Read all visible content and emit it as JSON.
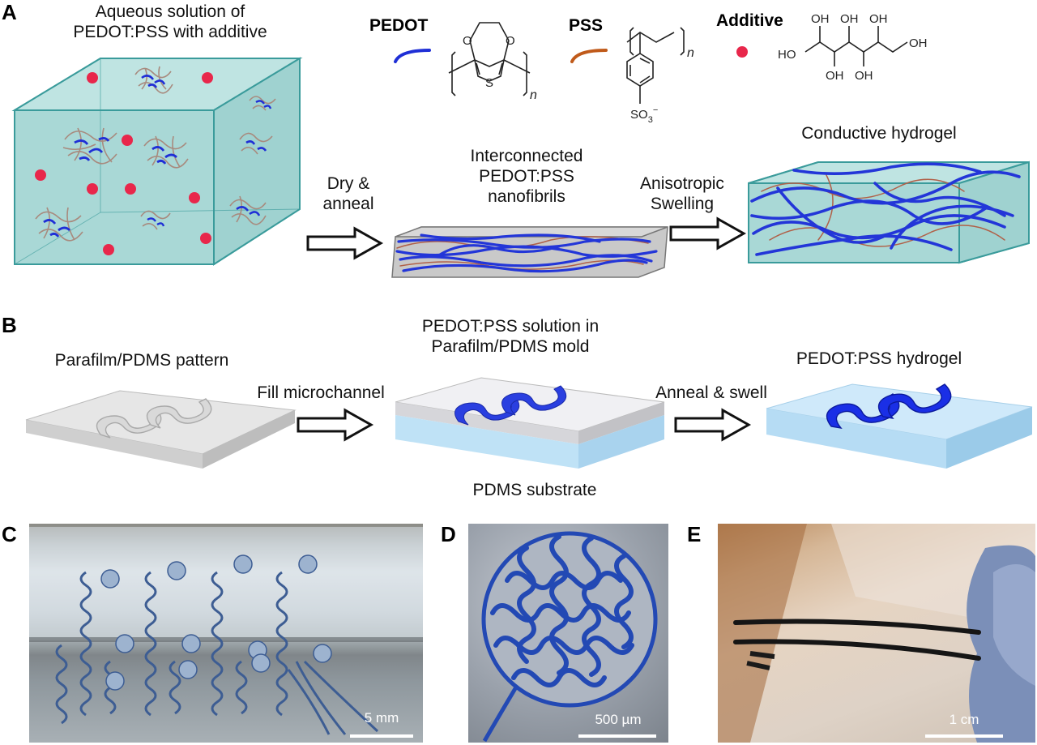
{
  "panels": {
    "a": "A",
    "b": "B",
    "c": "C",
    "d": "D",
    "e": "E"
  },
  "panel_a": {
    "box_caption_line1": "Aqueous solution of",
    "box_caption_line2": "PEDOT:PSS with additive",
    "legend": {
      "pedot": "PEDOT",
      "pss": "PSS",
      "additive": "Additive",
      "pedot_color": "#1f2fd6",
      "pss_color": "#c05a1a",
      "additive_color": "#e8274b"
    },
    "chem": {
      "n": "n",
      "s": "S",
      "o": "O",
      "so3": "SO",
      "so3_sub": "3",
      "so3_sup": "−",
      "oh": "OH",
      "ho": "HO"
    },
    "step1_line1": "Dry &",
    "step1_line2": "anneal",
    "mid_caption_line1": "Interconnected",
    "mid_caption_line2": "PEDOT:PSS",
    "mid_caption_line3": "nanofibrils",
    "step2_line1": "Anisotropic",
    "step2_line2": "Swelling",
    "right_caption": "Conductive hydrogel"
  },
  "panel_b": {
    "left_caption": "Parafilm/PDMS pattern",
    "step1": "Fill microchannel",
    "mid_caption_line1": "PEDOT:PSS solution in",
    "mid_caption_line2": "Parafilm/PDMS mold",
    "substrate_caption": "PDMS substrate",
    "step2": "Anneal & swell",
    "right_caption": "PEDOT:PSS hydrogel"
  },
  "panel_c": {
    "scale": "5 mm"
  },
  "panel_d": {
    "scale": "500 µm"
  },
  "panel_e": {
    "scale": "1 cm"
  }
}
